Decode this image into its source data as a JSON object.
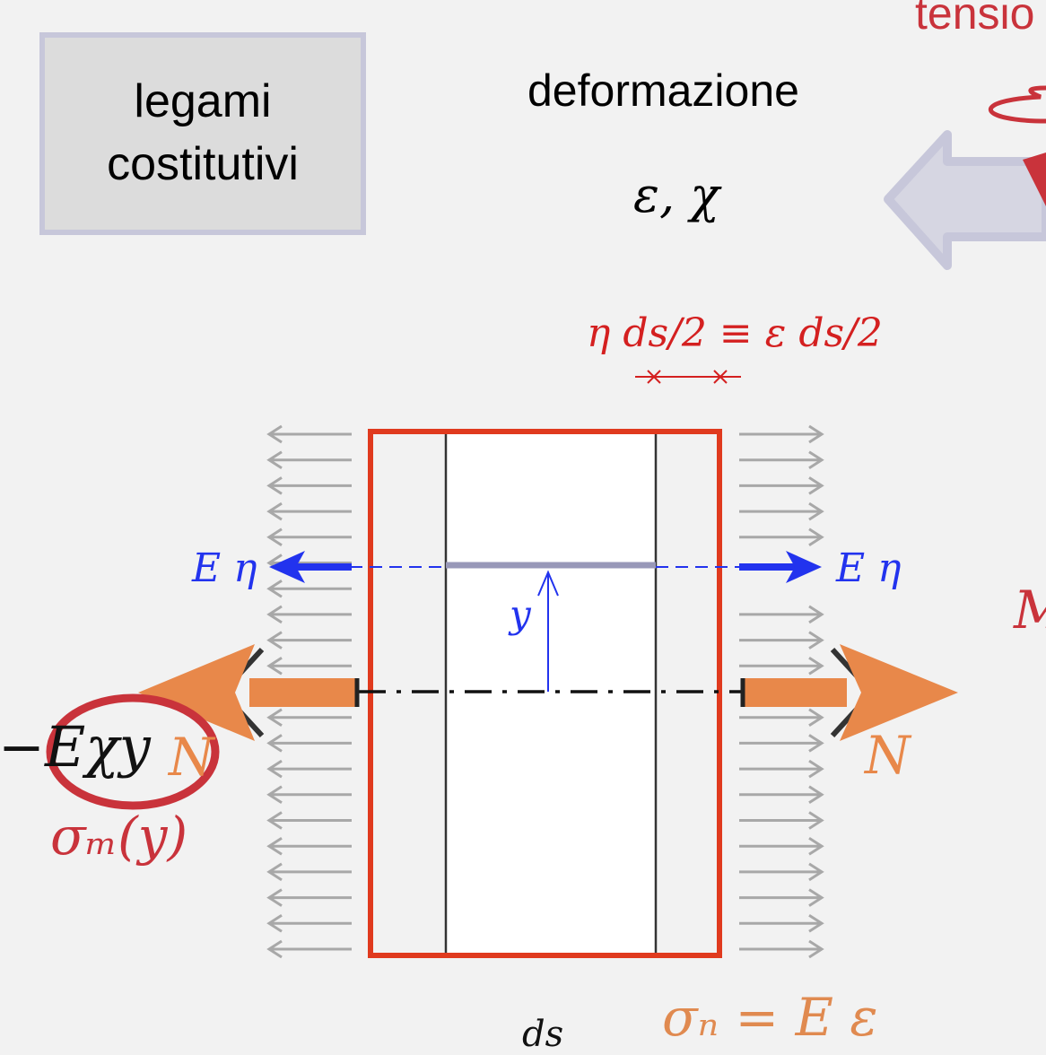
{
  "box": {
    "line1": "legami",
    "line2": "costitutivi"
  },
  "labels": {
    "deformazione": "deformazione",
    "tension_partial": "tensio",
    "eps_chi": "ε, χ",
    "eta_ds": "η ds/2 ≡ ε ds/2",
    "e_eta_left": "E η",
    "e_eta_right": "E η",
    "y": "y",
    "n_right": "N",
    "n_left": "N",
    "minus_e_chi_y": "−Eχy",
    "sigma_m": "σₘ(y)",
    "sigma_n": "σₙ = E ε",
    "ds_bottom": "ds",
    "m_partial": "M"
  },
  "colors": {
    "frame": "#e03a1e",
    "gray_arrow": "#a8a8a8",
    "blue": "#2233ee",
    "orange": "#e8884a",
    "red_text": "#c9333b",
    "lavender": "#c7c7da",
    "fiber": "#9898b8"
  }
}
